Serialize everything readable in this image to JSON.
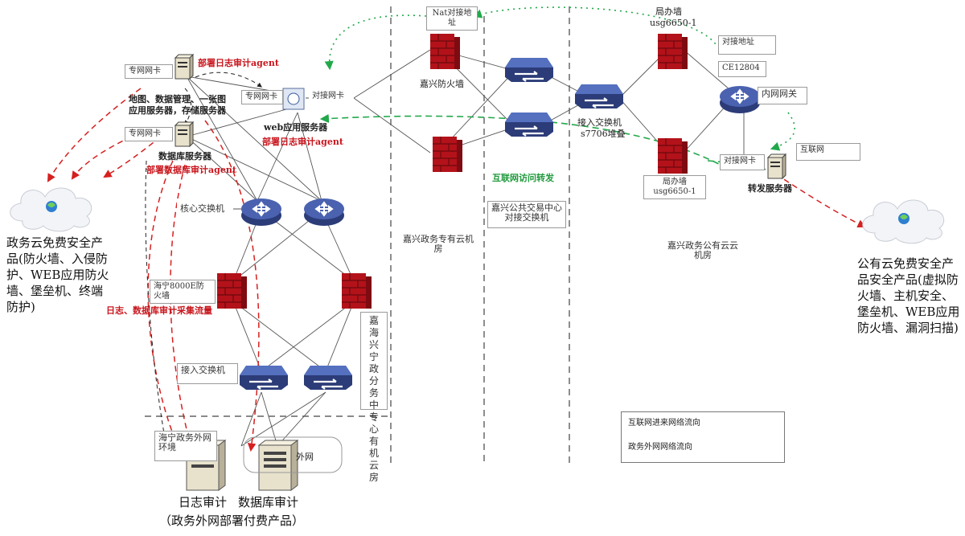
{
  "labels": {
    "deploy_log_agent_1": "部署日志审计agent",
    "private_nic_1": "专网网卡",
    "map_servers_1": "地图、数据管理、一张图",
    "map_servers_2": "应用服务器，存储服务器",
    "private_nic_2": "专网网卡",
    "db_server": "数据库服务器",
    "deploy_db_agent": "部署数据库审计agent",
    "private_nic_3": "专网网卡",
    "web_server": "web应用服务器",
    "deploy_log_agent_2": "部署日志审计agent",
    "peer_nic_1": "对接网卡",
    "core_switch": "核心交换机",
    "haining_fw": "海宁8000E防火墙",
    "log_db_traffic": "日志、数据库审计采集流量",
    "access_switch_left": "接入交换机",
    "haining_ext_net": "海宁政务外网环境",
    "ext_net_2": "外网",
    "log_audit": "日志审计",
    "db_audit": "数据库审计",
    "paid_products": "（政务外网部署付费产品）",
    "gov_cloud_free": "政务云免费安全产品(防火墙、入侵防护、WEB应用防火墙、堡垒机、终端防护)",
    "jiahaining_room": "嘉海兴宁政分务中专心有机云房",
    "nat_addr": "Nat对接地址",
    "jx_firewall": "嘉兴防火墙",
    "jx_private_room": "嘉兴政务专有云机房",
    "internet_forward": "互联网访问转发",
    "jx_exchange_switch": "嘉兴公共交易中心对接交换机",
    "access_switch_right_1": "接入交换机",
    "access_switch_right_2": "s7706堆叠",
    "bureau_fw_top_1": "局办墙",
    "bureau_fw_top_2": "usg6650-1",
    "bureau_fw_bottom_1": "局办墙",
    "bureau_fw_bottom_2": "usg6650-1",
    "peer_addr": "对接地址",
    "ce12804": "CE12804",
    "intranet_gw": "内网网关",
    "peer_nic_2": "对接网卡",
    "forward_server": "转发服务器",
    "internet": "互联网",
    "jx_public_room": "嘉兴政务公有云云机房",
    "public_cloud_free": "公有云免费安全产品安全产品(虚拟防火墙、主机安全、堡垒机、WEB应用防火墙、漏洞扫描)"
  },
  "legend": {
    "internet_flow": "互联网进来网络流向",
    "ext_net_flow": "政务外网网络流向"
  },
  "colors": {
    "red_text": "#c8161d",
    "green_text": "#1f9a3c",
    "firewall_red": "#b3121a",
    "switch_blue": "#3a4f96",
    "dashed_red": "#d62020",
    "dashed_green": "#22a84a"
  }
}
